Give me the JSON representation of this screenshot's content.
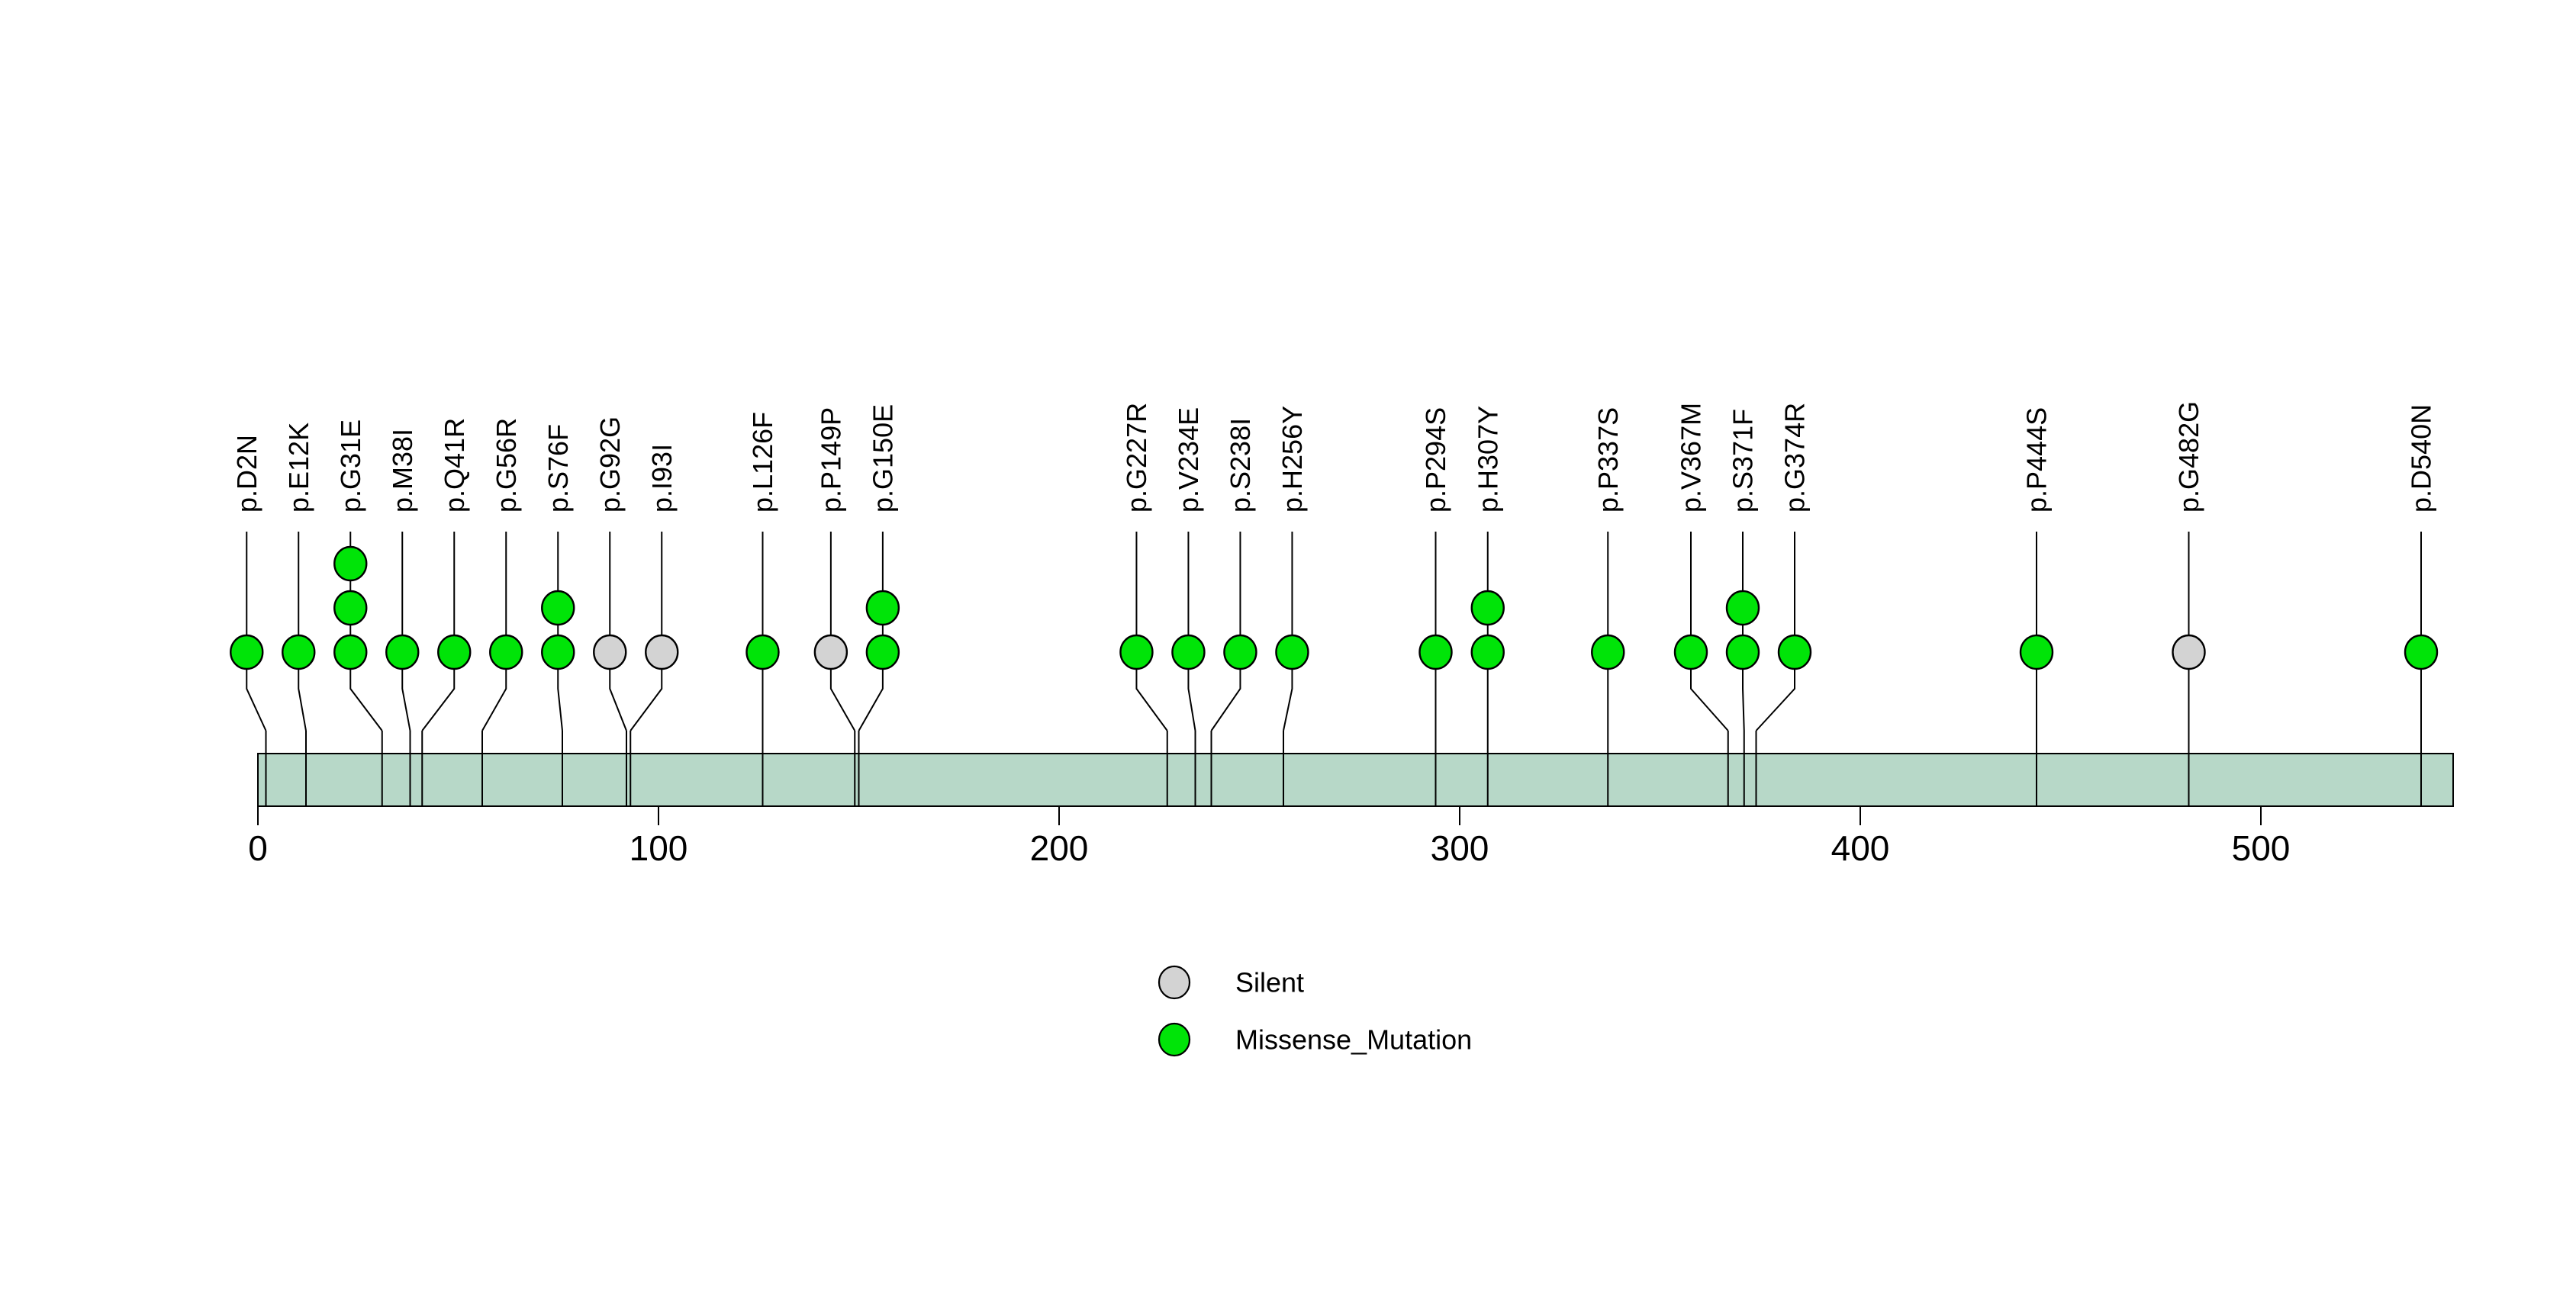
{
  "chart_data": {
    "type": "lollipop",
    "description": "Protein mutation lollipop plot",
    "protein_length": 548,
    "xlim": [
      0,
      548
    ],
    "xticks": [
      0,
      100,
      200,
      300,
      400,
      500
    ],
    "grid": false,
    "legend_position": "bottom-center",
    "colors": {
      "Missense_Mutation": "#00e408",
      "Silent": "#d3d3d3",
      "bar_fill": "#b7d8c8",
      "stroke": "#000000"
    },
    "legend": [
      {
        "label": "Silent",
        "color": "#d3d3d3"
      },
      {
        "label": "Missense_Mutation",
        "color": "#00e408"
      }
    ],
    "mutations": [
      {
        "label": "p.D2N",
        "position": 2,
        "count": 1,
        "type": "Missense_Mutation"
      },
      {
        "label": "p.E12K",
        "position": 12,
        "count": 1,
        "type": "Missense_Mutation"
      },
      {
        "label": "p.G31E",
        "position": 31,
        "count": 3,
        "type": "Missense_Mutation"
      },
      {
        "label": "p.M38I",
        "position": 38,
        "count": 1,
        "type": "Missense_Mutation"
      },
      {
        "label": "p.Q41R",
        "position": 41,
        "count": 1,
        "type": "Missense_Mutation"
      },
      {
        "label": "p.G56R",
        "position": 56,
        "count": 1,
        "type": "Missense_Mutation"
      },
      {
        "label": "p.S76F",
        "position": 76,
        "count": 2,
        "type": "Missense_Mutation"
      },
      {
        "label": "p.G92G",
        "position": 92,
        "count": 1,
        "type": "Silent"
      },
      {
        "label": "p.I93I",
        "position": 93,
        "count": 1,
        "type": "Silent"
      },
      {
        "label": "p.L126F",
        "position": 126,
        "count": 1,
        "type": "Missense_Mutation"
      },
      {
        "label": "p.P149P",
        "position": 149,
        "count": 1,
        "type": "Silent"
      },
      {
        "label": "p.G150E",
        "position": 150,
        "count": 2,
        "type": "Missense_Mutation"
      },
      {
        "label": "p.G227R",
        "position": 227,
        "count": 1,
        "type": "Missense_Mutation"
      },
      {
        "label": "p.V234E",
        "position": 234,
        "count": 1,
        "type": "Missense_Mutation"
      },
      {
        "label": "p.S238I",
        "position": 238,
        "count": 1,
        "type": "Missense_Mutation"
      },
      {
        "label": "p.H256Y",
        "position": 256,
        "count": 1,
        "type": "Missense_Mutation"
      },
      {
        "label": "p.P294S",
        "position": 294,
        "count": 1,
        "type": "Missense_Mutation"
      },
      {
        "label": "p.H307Y",
        "position": 307,
        "count": 2,
        "type": "Missense_Mutation"
      },
      {
        "label": "p.P337S",
        "position": 337,
        "count": 1,
        "type": "Missense_Mutation"
      },
      {
        "label": "p.V367M",
        "position": 367,
        "count": 1,
        "type": "Missense_Mutation"
      },
      {
        "label": "p.S371F",
        "position": 371,
        "count": 2,
        "type": "Missense_Mutation"
      },
      {
        "label": "p.G374R",
        "position": 374,
        "count": 1,
        "type": "Missense_Mutation"
      },
      {
        "label": "p.P444S",
        "position": 444,
        "count": 1,
        "type": "Missense_Mutation"
      },
      {
        "label": "p.G482G",
        "position": 482,
        "count": 1,
        "type": "Silent"
      },
      {
        "label": "p.D540N",
        "position": 540,
        "count": 1,
        "type": "Missense_Mutation"
      }
    ]
  }
}
